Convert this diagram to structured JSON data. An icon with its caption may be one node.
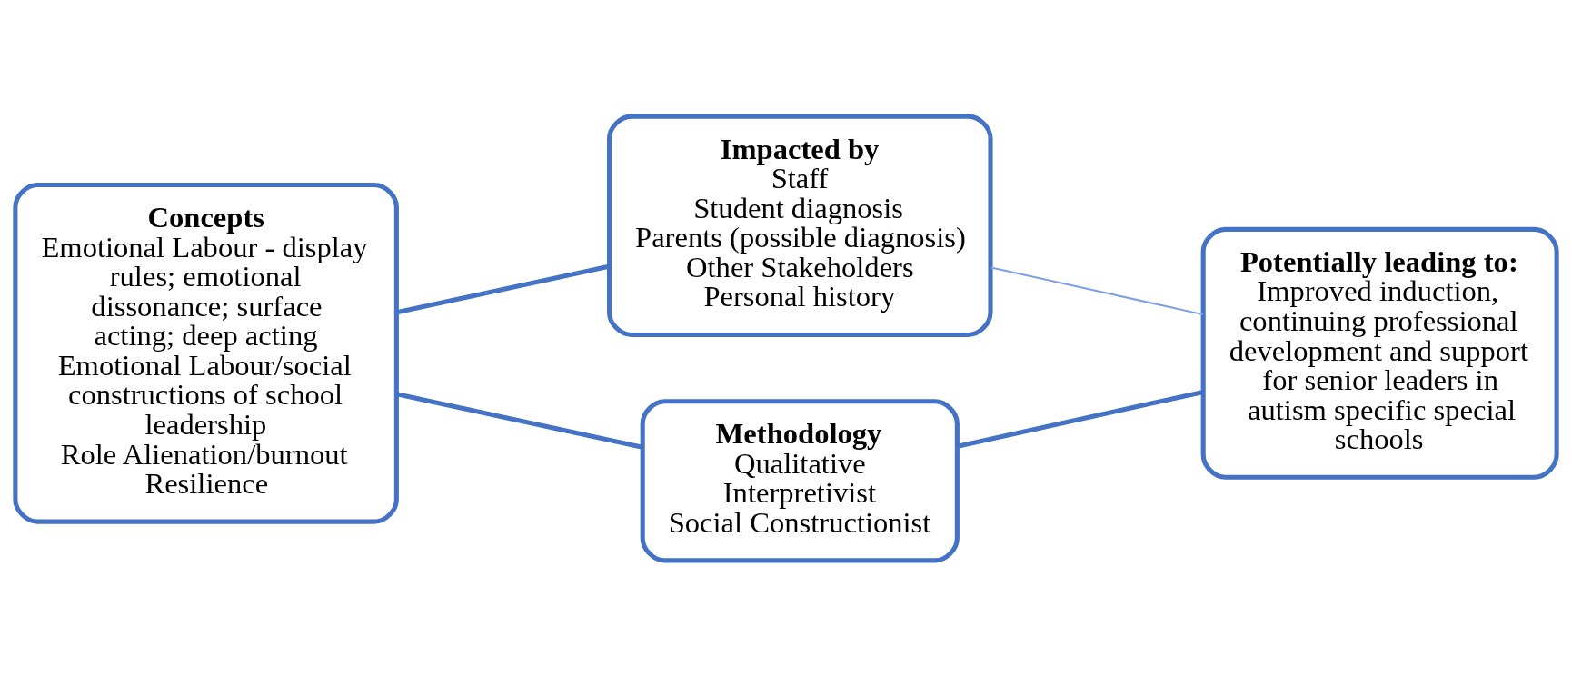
{
  "diagram": {
    "nodes": [
      {
        "text": [
          "Concepts",
          "Emotional Labour - display rules; emotional dissonance; surface acting; deep acting",
          "Emotional Labour/social constructions of school leadership",
          "Role Alienation/burnout",
          "Resilience"
        ]
      },
      {
        "text": [
          "Impacted by",
          "Staff",
          "Student diagnosis",
          "Parents (possible diagnosis)",
          "Other Stakeholders",
          "Personal history"
        ]
      },
      {
        "text": [
          "Methodology",
          "Qualitative",
          "Interpretivist",
          "Social Constructionist"
        ]
      },
      {
        "text": [
          "Potentially leading to:",
          "Improved induction, continuing professional development and support for senior leaders in autism specific special schools"
        ]
      }
    ],
    "edges": [
      {
        "from": 0,
        "to": 1,
        "arrow": "none"
      },
      {
        "from": 0,
        "to": 2,
        "arrow": "none"
      },
      {
        "from": 1,
        "to": 3,
        "arrow": "none",
        "color": "#7f9fe6"
      },
      {
        "from": 2,
        "to": 3,
        "arrow": "none"
      }
    ]
  }
}
